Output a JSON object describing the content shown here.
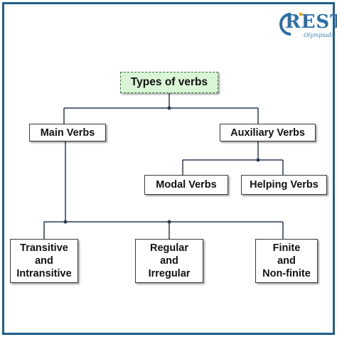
{
  "logo": {
    "text": "REST",
    "sub": "Olympiads",
    "color": "#2a6fa8"
  },
  "diagram": {
    "root": "Types of verbs",
    "main_verbs": "Main Verbs",
    "auxiliary_verbs": "Auxiliary Verbs",
    "modal_verbs": "Modal Verbs",
    "helping_verbs": "Helping Verbs",
    "transitive": "Transitive\nand\nIntransitive",
    "regular": "Regular\nand\nIrregular",
    "finite": "Finite\nand\nNon-finite"
  },
  "colors": {
    "frame": "#1f5f8b",
    "root_fill": "#d9f5d6",
    "root_border": "#2d7a3c",
    "connector": "#2b3a55"
  }
}
